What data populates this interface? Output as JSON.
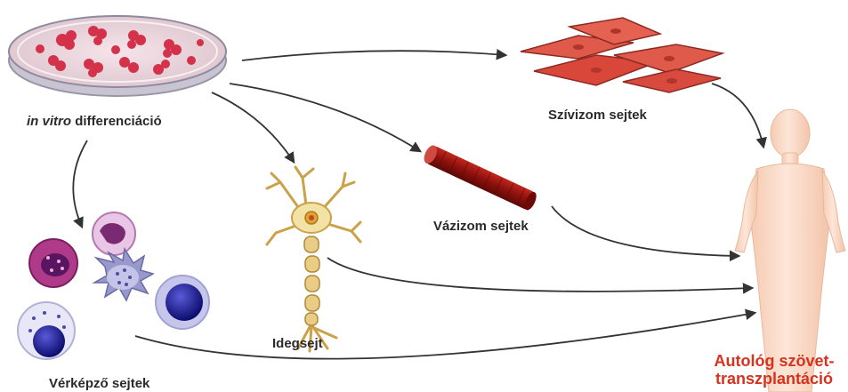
{
  "labels": {
    "top_cut": "",
    "in_vitro_italic": "in vitro",
    "differentiation": "differenciáció",
    "cardiac": "Szívizom sejtek",
    "skeletal": "Vázizom sejtek",
    "neuron": "Idegsejt",
    "blood": "Vérképző sejtek",
    "target_line1": "Autológ szövet-",
    "target_line2": "transzplantáció"
  },
  "colors": {
    "arrow": "#333333",
    "target_text": "#d8321e",
    "label_text": "#2a2a2a",
    "muscle_red": "#e0564a",
    "skeletal_red": "#9b1410",
    "body_skin": "#f9d9c6",
    "neuron_yellow": "#f3e2a5",
    "blood_purple": "#8a3b8a"
  },
  "icons": [
    "petri-dish-icon",
    "cardiomyocytes-icon",
    "skeletal-muscle-fiber-icon",
    "neuron-icon",
    "blood-cells-icon",
    "human-body-icon"
  ]
}
